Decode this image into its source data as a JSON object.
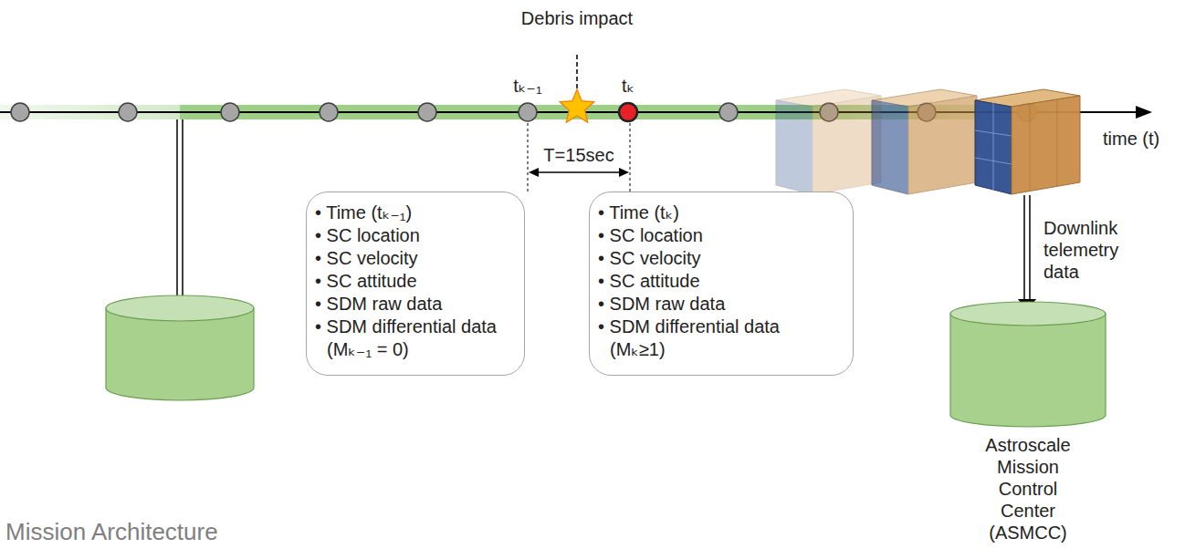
{
  "diagram": {
    "caption": "Mission Architecture",
    "nodes": [
      {
        "text": [
          "• Time (tₖ₋₁)",
          "• SC location",
          "• SC velocity",
          "• SC attitude",
          "• SDM raw data",
          "• SDM differential data (Mₖ₋₁ = 0)"
        ]
      },
      {
        "text": [
          "• Time (tₖ)",
          "• SC location",
          "• SC velocity",
          "• SC attitude",
          "• SDM raw data",
          "• SDM differential data (Mₖ≥1)"
        ]
      },
      {
        "text": [
          "Astroscale Mission Control Center (ASMCC)"
        ]
      }
    ],
    "labels": [
      "Debris impact",
      "tₖ₋₁",
      "tₖ",
      "T=15sec",
      "time (t)",
      "Downlink telemetry data"
    ]
  }
}
